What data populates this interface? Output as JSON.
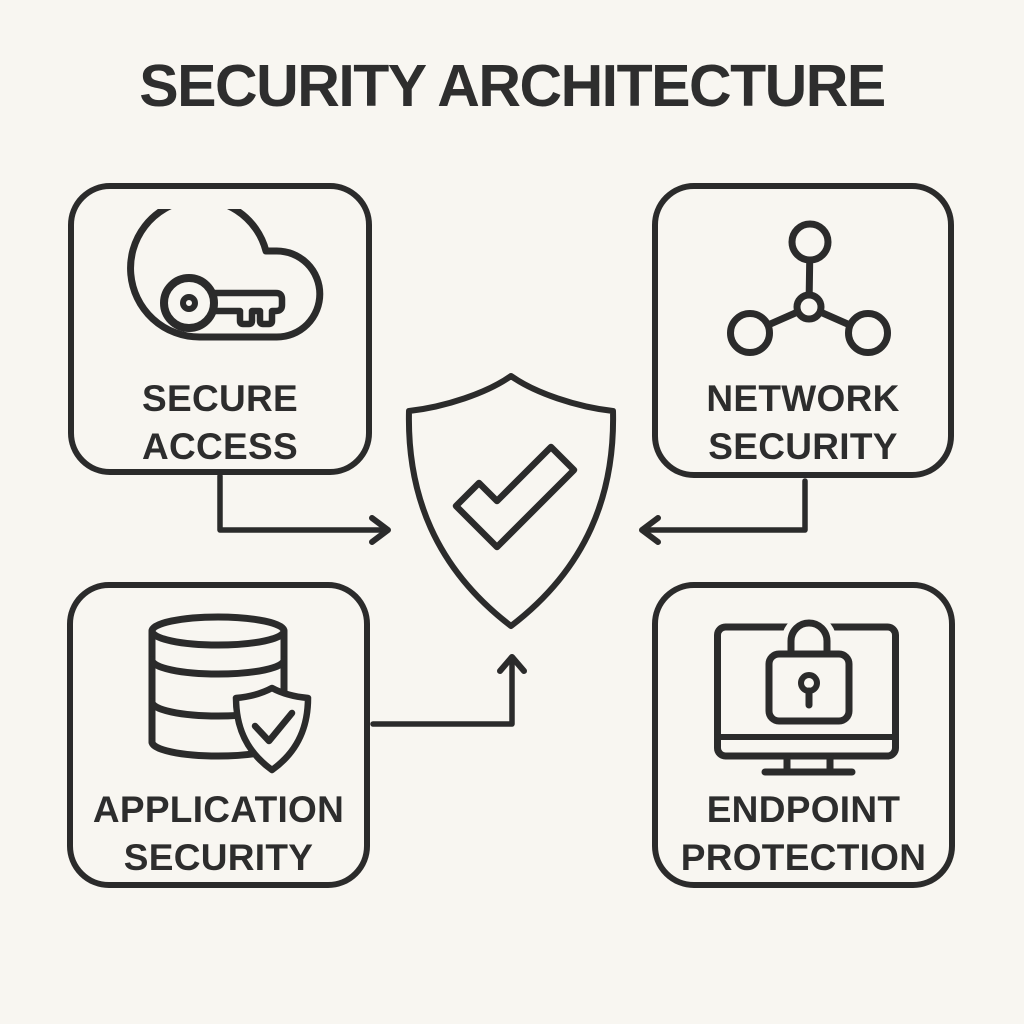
{
  "title": "SECURITY ARCHITECTURE",
  "colors": {
    "background": "#F8F6F1",
    "line": "#2B2B2B",
    "text": "#2D2D2D"
  },
  "center": {
    "name": "security-shield",
    "icon": "shield-check-icon"
  },
  "boxes": [
    {
      "id": "secure-access",
      "label": "SECURE\nACCESS",
      "icon": "cloud-key-icon",
      "position": "top-left"
    },
    {
      "id": "network-security",
      "label": "NETWORK\nSECURITY",
      "icon": "network-nodes-icon",
      "position": "top-right"
    },
    {
      "id": "application-security",
      "label": "APPLICATION\nSECURITY",
      "icon": "database-shield-icon",
      "position": "bottom-left"
    },
    {
      "id": "endpoint-protection",
      "label": "ENDPOINT\nPROTECTION",
      "icon": "monitor-lock-icon",
      "position": "bottom-right"
    }
  ],
  "connectors": [
    {
      "from": "secure-access",
      "to": "security-shield",
      "arrow": "right"
    },
    {
      "from": "network-security",
      "to": "security-shield",
      "arrow": "left"
    },
    {
      "from": "application-security",
      "to": "security-shield",
      "arrow": "up"
    }
  ]
}
